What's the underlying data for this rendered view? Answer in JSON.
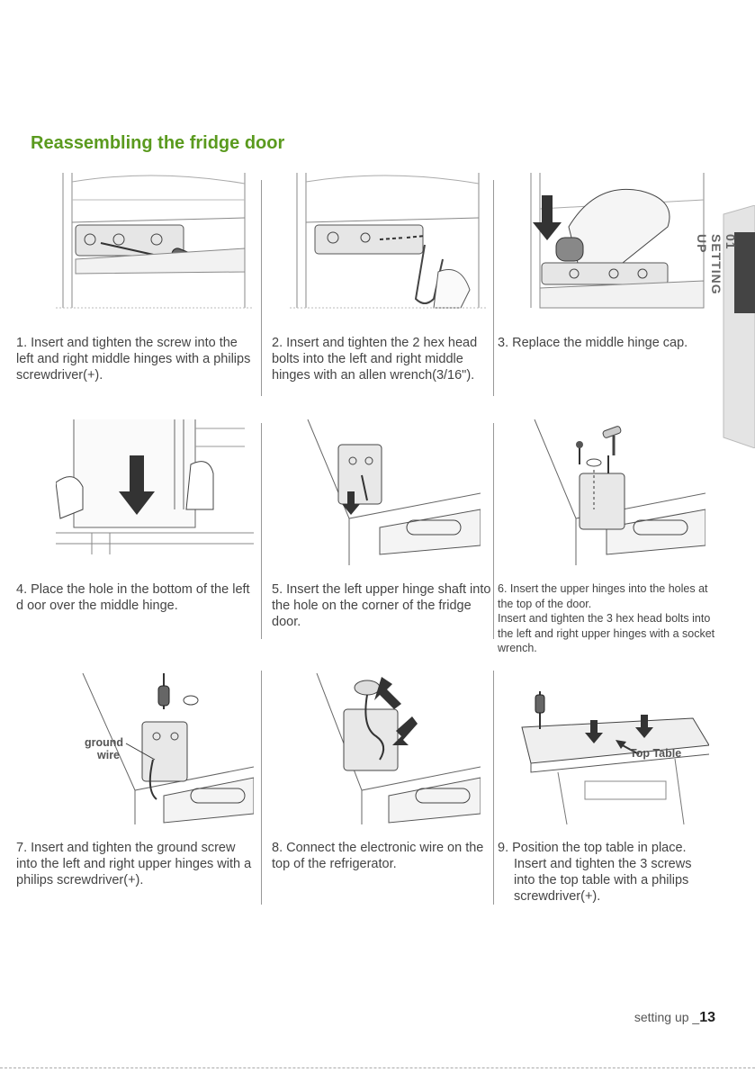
{
  "page": {
    "title": "Reassembling the fridge door",
    "side_tab": "01 SETTING UP",
    "footer_label": "setting up _",
    "page_number": "13",
    "colors": {
      "title": "#5a9a1e",
      "arrow": "#333333",
      "text": "#444444"
    }
  },
  "steps": [
    {
      "num": "1.",
      "text": "Insert and tighten the screw into the left and right middle hinges with a philips screwdriver(+)."
    },
    {
      "num": "2.",
      "text": "Insert and tighten the 2 hex head bolts into the left and right middle hinges with an allen wrench(3/16\")."
    },
    {
      "num": "3.",
      "text": "Replace the middle hinge cap."
    },
    {
      "num": "4.",
      "text": "Place the hole in the bottom of the left d oor over the middle hinge."
    },
    {
      "num": "5.",
      "text": "Insert the left upper hinge shaft into the hole on the corner of the fridge door."
    },
    {
      "num": "6.",
      "text": "Insert the upper hinges into the holes at the top of the door.",
      "text2": "Insert and tighten the 3 hex head bolts into the left and right upper hinges with a socket wrench."
    },
    {
      "num": "7.",
      "text": "Insert and tighten the ground screw into the left and right upper hinges with a philips screwdriver(+)."
    },
    {
      "num": "8.",
      "text": "Connect the electronic wire on the top of the refrigerator."
    },
    {
      "num": "9.",
      "text": "Position the top table in place.",
      "text2": "Insert and tighten the 3 screws into the top table with a philips screwdriver(+)."
    }
  ],
  "illustrations": {
    "step7_label_1": "ground",
    "step7_label_2": "wire",
    "step9_label": "Top Table"
  }
}
